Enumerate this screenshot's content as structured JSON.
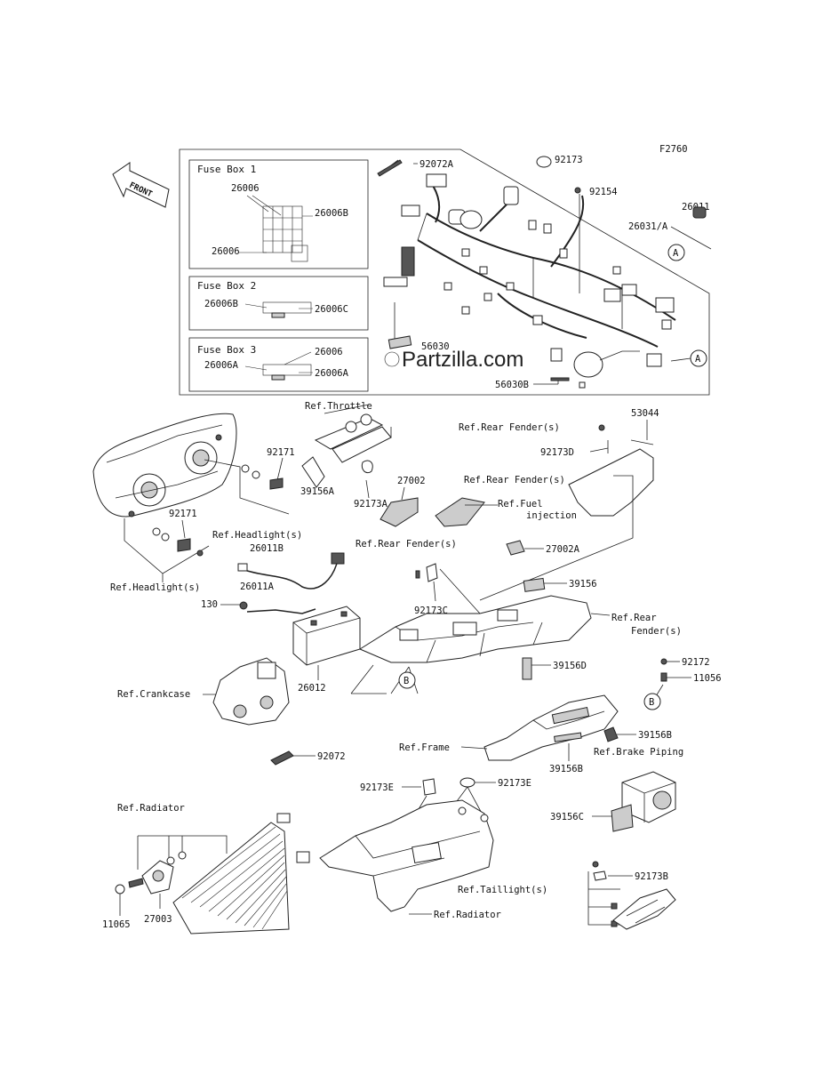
{
  "diagram_code": "F2760",
  "watermark": "Partzilla.com",
  "front_label": "FRONT",
  "fuse_boxes": [
    {
      "title": "Fuse Box 1",
      "labels": [
        "26006",
        "26006B",
        "26006"
      ]
    },
    {
      "title": "Fuse Box 2",
      "labels": [
        "26006B",
        "26006C"
      ]
    },
    {
      "title": "Fuse Box 3",
      "labels": [
        "26006",
        "26006A",
        "26006A"
      ]
    }
  ],
  "harness_labels": {
    "p92072A": "92072A",
    "p92173_top": "92173",
    "p92154": "92154",
    "p26011": "26011",
    "p26031A": "26031/A",
    "p56030": "56030",
    "p56030B": "56030B",
    "callout_a": "A"
  },
  "refs": {
    "throttle": "Ref.Throttle",
    "rear_fender_1": "Ref.Rear Fender(s)",
    "rear_fender_2": "Ref.Rear Fender(s)",
    "fuel_injection_1": "Ref.Fuel",
    "fuel_injection_2": "injection",
    "rear_fender_3": "Ref.Rear Fender(s)",
    "rear_fender_4a": "Ref.Rear",
    "rear_fender_4b": "Fender(s)",
    "headlight_1": "Ref.Headlight(s)",
    "headlight_2": "Ref.Headlight(s)",
    "crankcase": "Ref.Crankcase",
    "frame": "Ref.Frame",
    "brake_piping": "Ref.Brake Piping",
    "radiator_1": "Ref.Radiator",
    "radiator_2": "Ref.Radiator",
    "taillight": "Ref.Taillight(s)"
  },
  "parts": {
    "p53044": "53044",
    "p92173D": "92173D",
    "p92171_a": "92171",
    "p92171_b": "92171",
    "p39156A": "39156A",
    "p92173A": "92173A",
    "p27002": "27002",
    "p27002A": "27002A",
    "p26011B": "26011B",
    "p26011A": "26011A",
    "p130": "130",
    "p26012": "26012",
    "p92173C": "92173C",
    "p39156": "39156",
    "p39156D": "39156D",
    "p92172": "92172",
    "p11056": "11056",
    "p39156B_a": "39156B",
    "p39156B_b": "39156B",
    "p92072": "92072",
    "p92173E_a": "92173E",
    "p92173E_b": "92173E",
    "p39156C": "39156C",
    "p92173B": "92173B",
    "p11065": "11065",
    "p27003": "27003",
    "callout_b": "B"
  }
}
